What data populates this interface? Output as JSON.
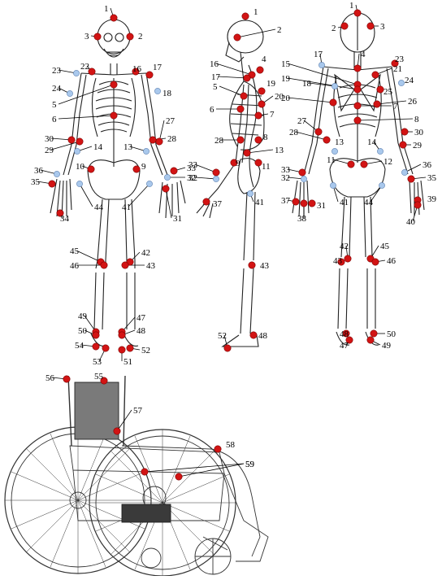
{
  "markers": {
    "color": "#d21414",
    "alt_color": "#a9c8ec",
    "labels": [
      "1",
      "2",
      "3",
      "4",
      "5",
      "6",
      "7",
      "8",
      "9",
      "10",
      "11",
      "12",
      "13",
      "14",
      "15",
      "16",
      "17",
      "18",
      "19",
      "20",
      "21",
      "22",
      "23",
      "24",
      "25",
      "26",
      "27",
      "28",
      "29",
      "30",
      "31",
      "32",
      "33",
      "34",
      "35",
      "36",
      "37",
      "38",
      "39",
      "40",
      "41",
      "42",
      "43",
      "44",
      "45",
      "46",
      "47",
      "48",
      "49",
      "50",
      "51",
      "52",
      "53",
      "54",
      "55",
      "56",
      "57",
      "58",
      "59"
    ]
  },
  "figures": {
    "front_view": "skeleton-front",
    "side_view": "skeleton-side",
    "back_view": "skeleton-back",
    "wheelchair": "wheelchair"
  },
  "colors": {
    "bone_stroke": "#222222",
    "backrest_fill": "#7a7a7a",
    "seat_fill": "#3a3a3a"
  }
}
